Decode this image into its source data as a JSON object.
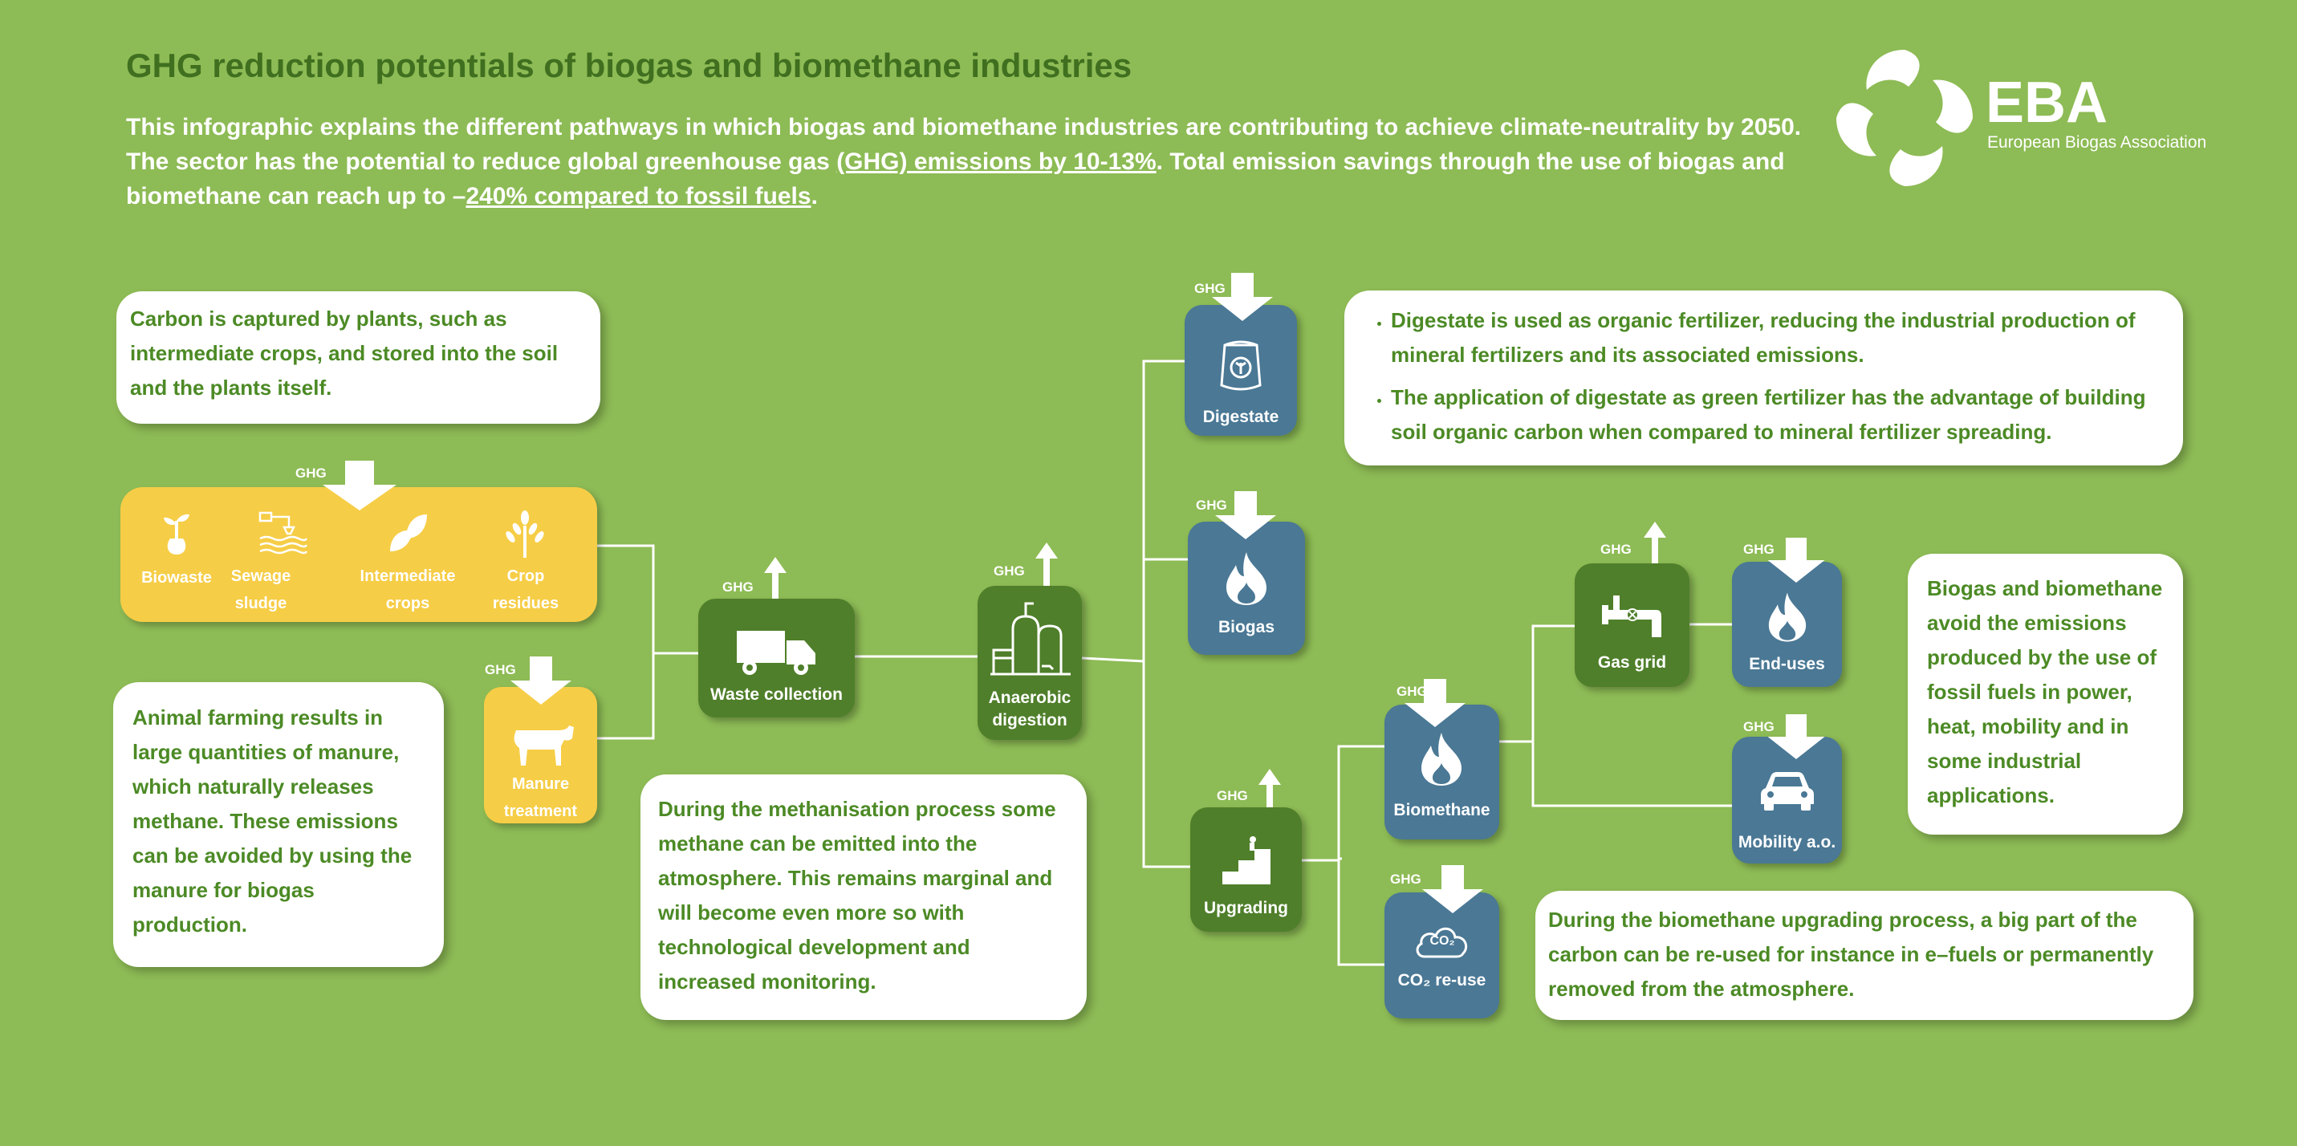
{
  "title": "GHG reduction potentials of biogas and biomethane industries",
  "intro": {
    "line1": "This infographic explains the different pathways in which biogas and biomethane industries are contributing to achieve climate-neutrality by 2050.",
    "line2_part1": "The sector has the potential to reduce global greenhouse gas ",
    "line2_underlined": "(GHG) emissions by 10-13%",
    "line2_part2": ".  Total emission savings through the use of biogas and",
    "line3_part1": "biomethane can reach up to –",
    "line3_underlined": "240% compared to fossil fuels",
    "line3_part2": "."
  },
  "logo": {
    "acronym": "EBA",
    "name": "European Biogas Association"
  },
  "ghg_label": "GHG",
  "cards": {
    "carbon_capture": "Carbon is captured by plants, such as intermediate crops, and stored into the soil and the plants itself.",
    "animal_farming": "Animal farming results in large quantities of manure, which naturally releases methane. These emissions can be avoided by using the manure for biogas production.",
    "methanisation": "During the methanisation process some methane can be emitted into the atmosphere. This remains marginal and will become even more so with technological development and increased monitoring.",
    "digestate_1": "Digestate is used as organic fertilizer, reducing the industrial production of mineral fertilizers and its associated emissions.",
    "digestate_2": "The application of digestate as green fertilizer has the advantage of building soil organic carbon when compared to mineral fertilizer spreading.",
    "avoid_emissions": "Biogas and biomethane avoid the emissions produced by the use of fossil fuels in power, heat, mobility and in some industrial applications.",
    "upgrading_carbon": "During the biomethane upgrading process, a big part of the carbon can be re-used for instance in e–fuels or permanently removed from the atmosphere."
  },
  "feedstock": [
    {
      "label": "Biowaste",
      "icon": "sprout-icon"
    },
    {
      "label": "Sewage sludge",
      "icon": "sewage-icon"
    },
    {
      "label": "Intermediate crops",
      "icon": "leaves-icon"
    },
    {
      "label": "Crop residues",
      "icon": "wheat-icon"
    }
  ],
  "nodes": {
    "manure": "Manure treatment",
    "waste_collection": "Waste collection",
    "anaerobic_digestion": "Anaerobic digestion",
    "digestate": "Digestate",
    "biogas": "Biogas",
    "upgrading": "Upgrading",
    "biomethane": "Biomethane",
    "co2_reuse": "CO₂ re-use",
    "co2_icon_text": "CO₂",
    "gas_grid": "Gas grid",
    "end_uses": "End-uses",
    "mobility": "Mobility a.o."
  },
  "colors": {
    "background": "#8dbb55",
    "title": "#3f6f1f",
    "card_text": "#4c8a25",
    "yellow": "#f6cd46",
    "dark_green": "#4f7f2a",
    "blue": "#4a7895"
  }
}
